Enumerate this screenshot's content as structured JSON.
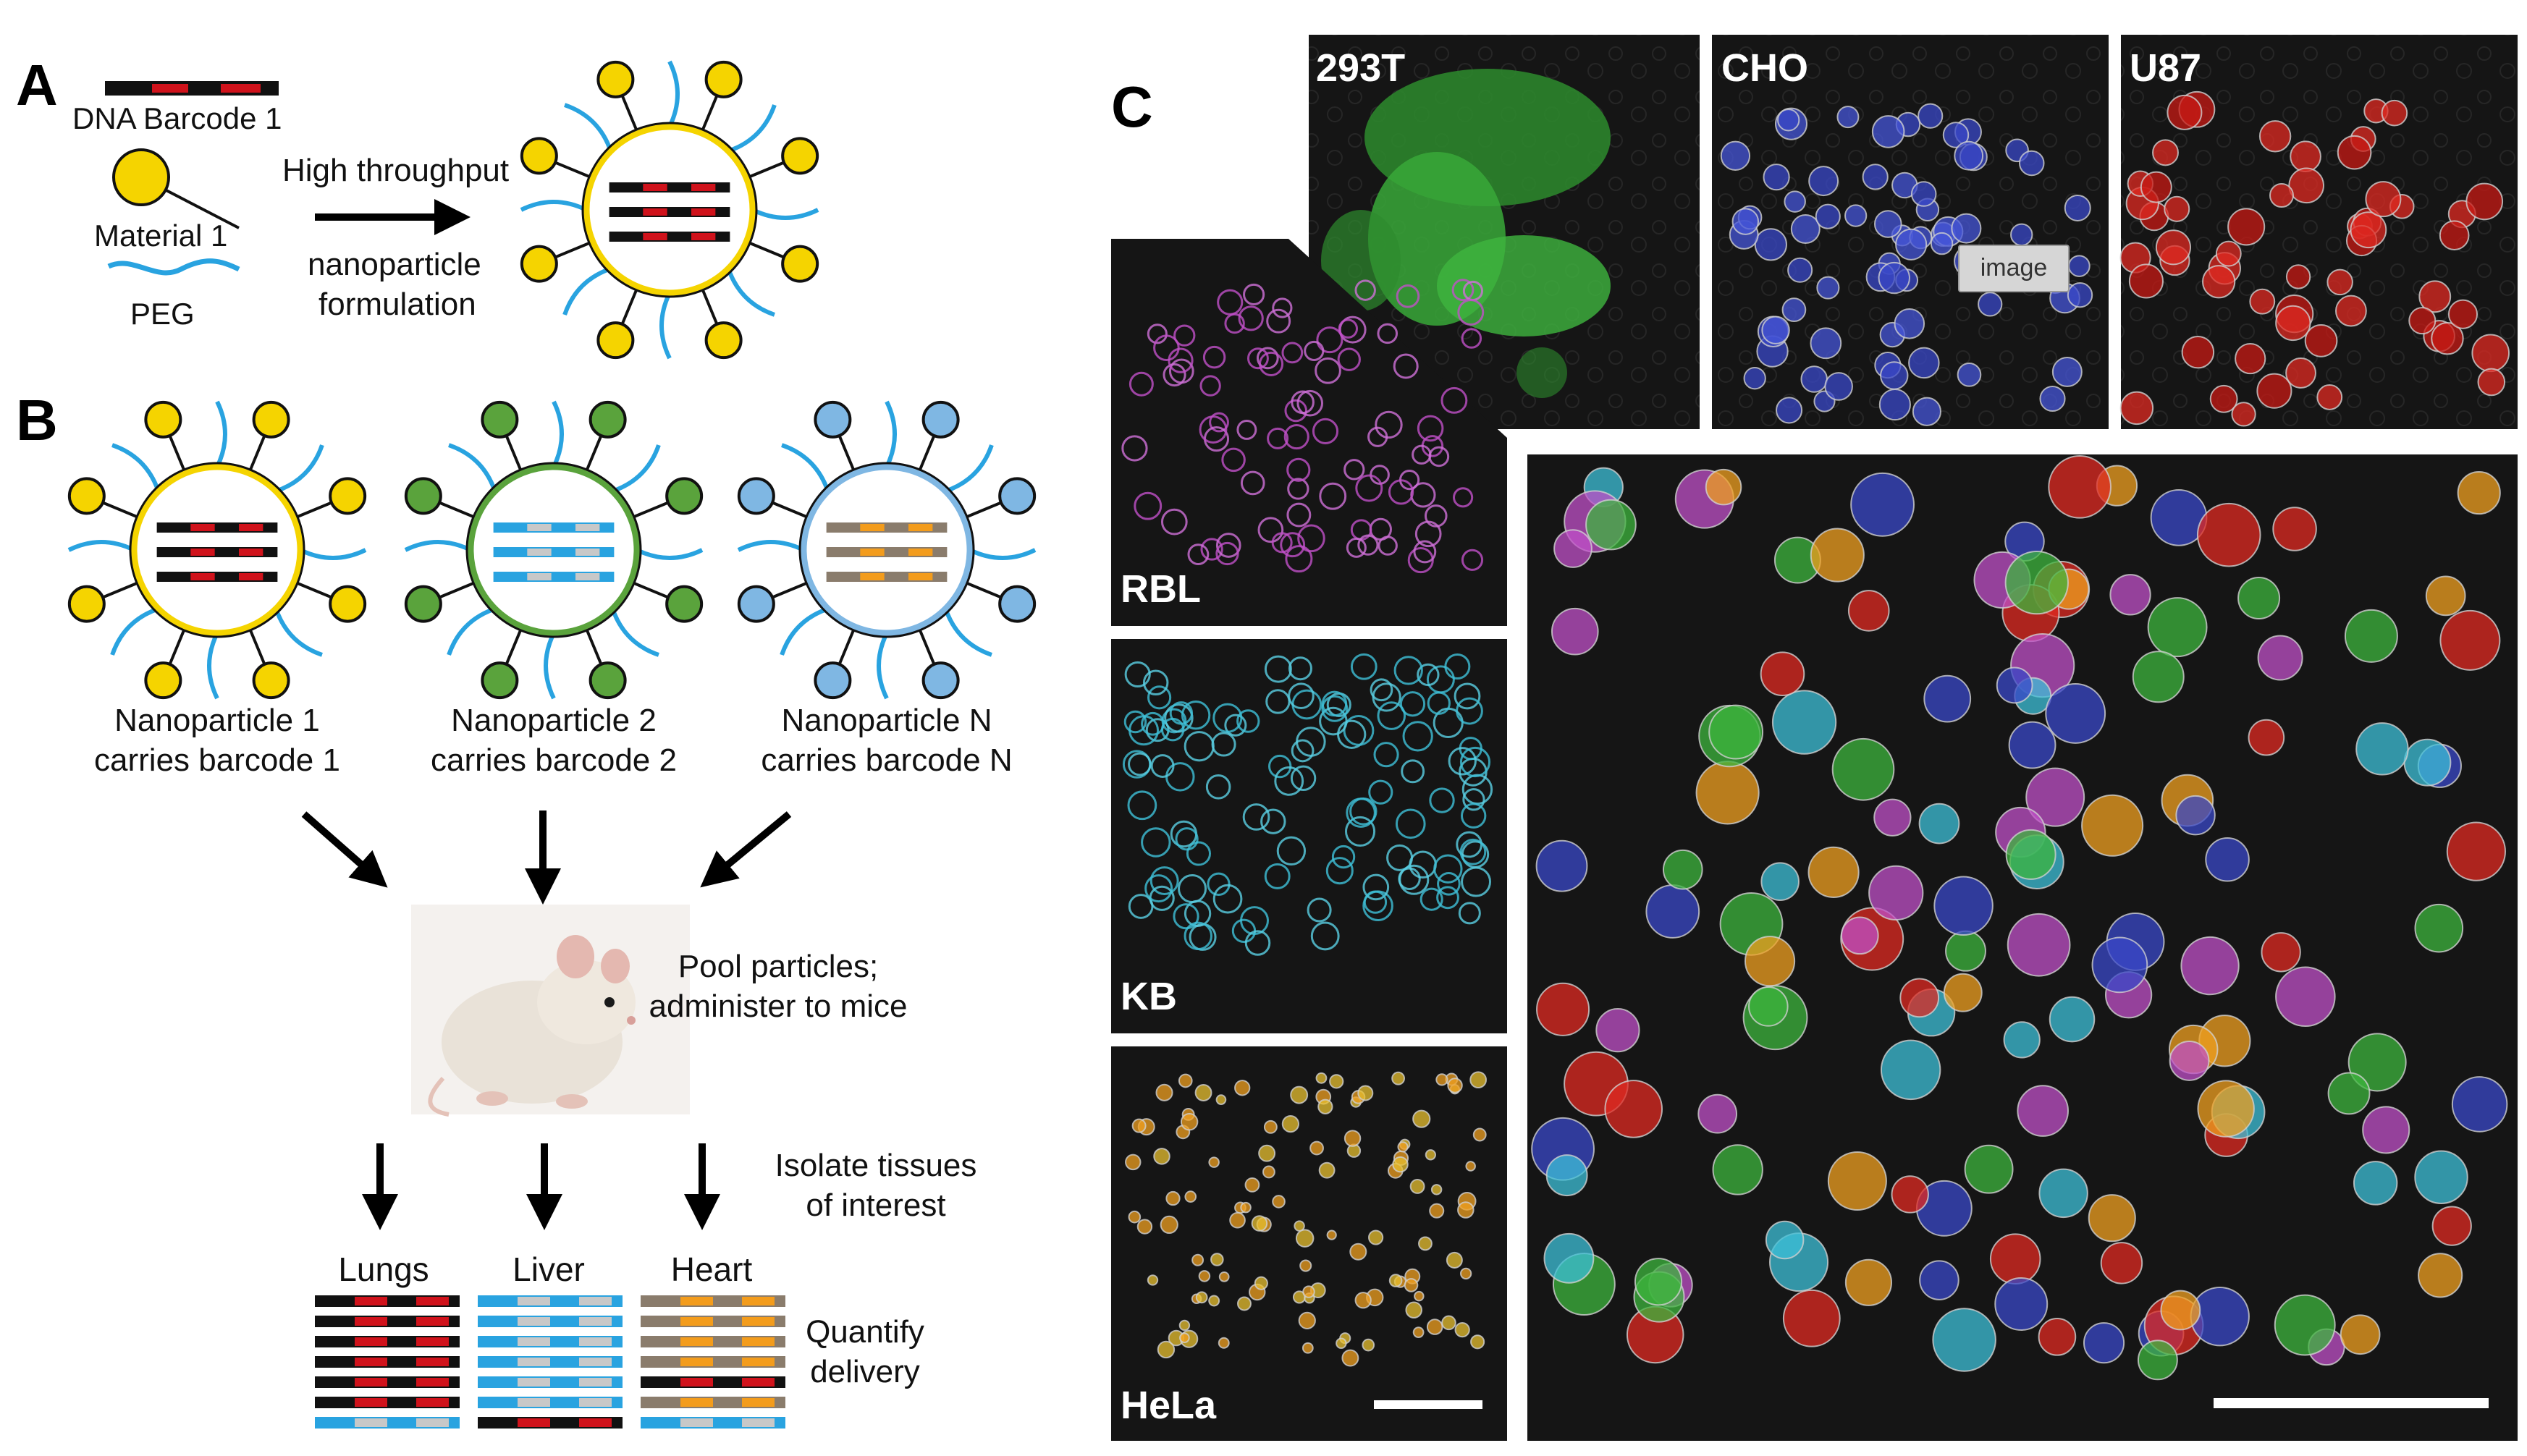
{
  "panel_a": {
    "letter": "A",
    "barcode_label": "DNA Barcode 1",
    "material_label": "Material 1",
    "peg_label": "PEG",
    "process_line1": "High throughput",
    "process_line2": "nanoparticle",
    "process_line3": "formulation"
  },
  "panel_b": {
    "letter": "B",
    "particles": [
      {
        "line1": "Nanoparticle 1",
        "line2": "carries barcode 1",
        "color": "#f5d400"
      },
      {
        "line1": "Nanoparticle 2",
        "line2": "carries barcode 2",
        "color": "#5aa33c"
      },
      {
        "line1": "Nanoparticle N",
        "line2": "carries barcode N",
        "color": "#7fb7e3"
      }
    ],
    "pool_line1": "Pool particles;",
    "pool_line2": "administer to mice",
    "isolate_line1": "Isolate tissues",
    "isolate_line2": "of interest",
    "tissues": [
      "Lungs",
      "Liver",
      "Heart"
    ],
    "quantify_line1": "Quantify",
    "quantify_line2": "delivery"
  },
  "panel_c": {
    "letter": "C",
    "cell_lines": [
      "293T",
      "CHO",
      "U87",
      "RBL",
      "KB",
      "HeLa"
    ],
    "placeholder": "image"
  },
  "colors": {
    "yellow": "#f5d400",
    "green": "#5aa33c",
    "blue": "#7fb7e3",
    "peg": "#29a3e0",
    "red": "#d0121b",
    "orange": "#f39c1c",
    "gray": "#c8c8c8",
    "brown": "#8a7c6c"
  }
}
